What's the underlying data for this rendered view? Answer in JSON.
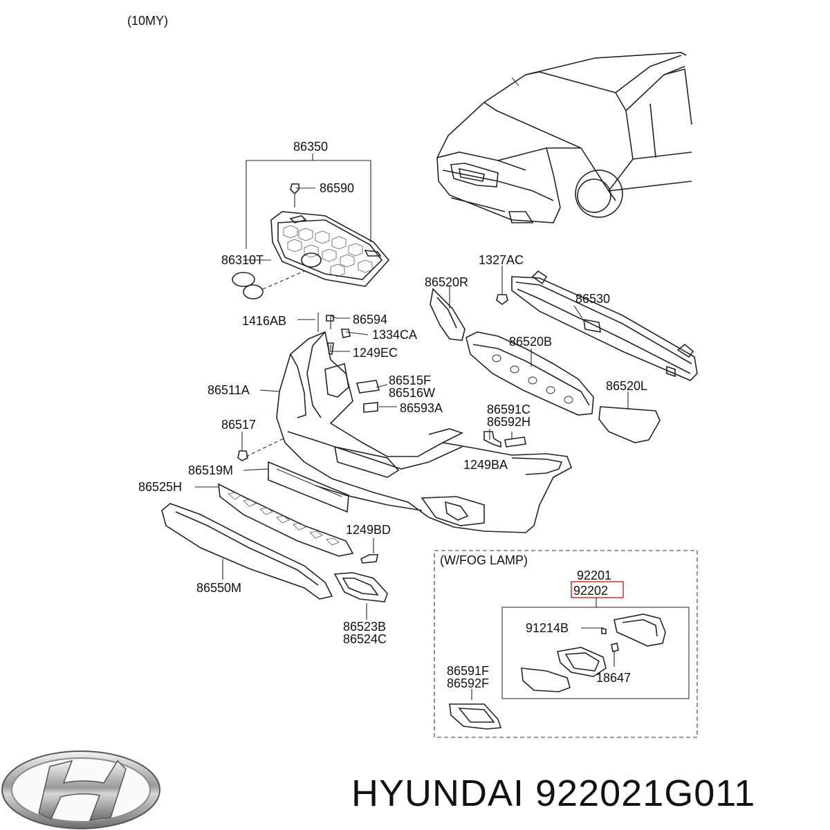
{
  "diagram": {
    "model_year": "(10MY)",
    "fog_lamp_group": "(W/FOG LAMP)",
    "highlighted_part": "92202",
    "highlight_color": "#d23c3c",
    "parts": {
      "p86350": "86350",
      "p86590": "86590",
      "p86310T": "86310T",
      "p1327AC": "1327AC",
      "p86520R": "86520R",
      "p86530": "86530",
      "p1416AB": "1416AB",
      "p86594": "86594",
      "p1334CA": "1334CA",
      "p1249EC": "1249EC",
      "p86520B": "86520B",
      "p86511A": "86511A",
      "p86515F": "86515F",
      "p86516W": "86516W",
      "p86520L": "86520L",
      "p86593A": "86593A",
      "p86591C": "86591C",
      "p86592H": "86592H",
      "p86517": "86517",
      "p1249BA": "1249BA",
      "p86519M": "86519M",
      "p86525H": "86525H",
      "p1249BD": "1249BD",
      "p86550M": "86550M",
      "p86523B": "86523B",
      "p86524C": "86524C",
      "p92201": "92201",
      "p92202": "92202",
      "p91214B": "91214B",
      "p18647": "18647",
      "p86591F": "86591F",
      "p86592F": "86592F"
    }
  },
  "brand": {
    "logo_icon": "hyundai-logo-icon",
    "title": "HYUNDAI 922021G011"
  }
}
